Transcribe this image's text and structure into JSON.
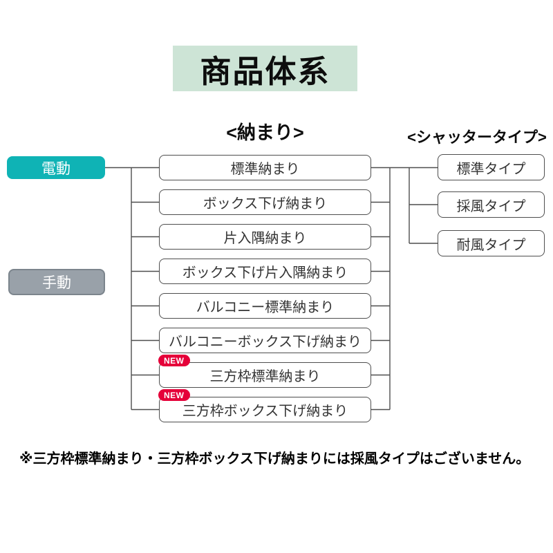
{
  "title": "商品体系",
  "headers": {
    "osamari": "<納まり>",
    "shutter": "<シャッタータイプ>"
  },
  "drive": [
    {
      "label": "電動"
    },
    {
      "label": "手動"
    }
  ],
  "osamari": [
    {
      "label": "標準納まり"
    },
    {
      "label": "ボックス下げ納まり"
    },
    {
      "label": "片入隅納まり"
    },
    {
      "label": "ボックス下げ片入隅納まり"
    },
    {
      "label": "バルコニー標準納まり"
    },
    {
      "label": "バルコニーボックス下げ納まり"
    },
    {
      "label": "三方枠標準納まり",
      "badge": "NEW"
    },
    {
      "label": "三方枠ボックス下げ納まり",
      "badge": "NEW"
    }
  ],
  "shutter": [
    "標準タイプ",
    "採風タイプ",
    "耐風タイプ"
  ],
  "note": "※三方枠標準納まり・三方枠ボックス下げ納まりには採風タイプはございません。",
  "colors": {
    "electric_box": "#0fb3b5",
    "manual_box": "#99a1a9",
    "new_badge": "#e50039",
    "title_background": "#cde4d6",
    "box_border": "#4d4d4d"
  }
}
